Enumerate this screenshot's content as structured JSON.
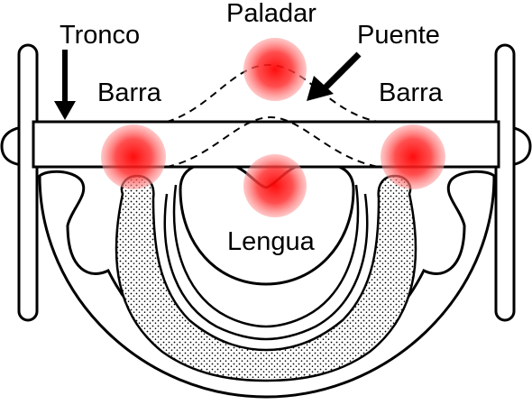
{
  "labels": {
    "tronco": "Tronco",
    "paladar": "Paladar",
    "puente": "Puente",
    "barra_left": "Barra",
    "barra_right": "Barra",
    "lengua": "Lengua"
  },
  "colors": {
    "ink": "#000000",
    "marker_core": "#ff1a1a",
    "marker_edge": "#ff8080",
    "background": "#ffffff"
  }
}
